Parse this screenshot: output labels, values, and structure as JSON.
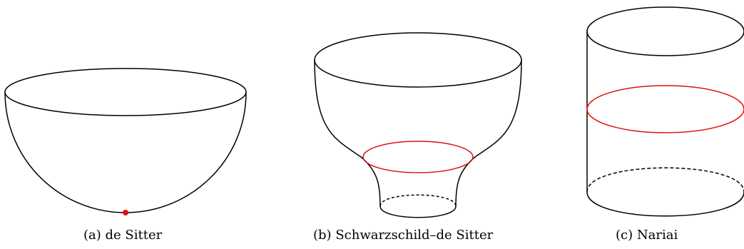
{
  "panels": [
    {
      "label": "(a)",
      "caption": "de Sitter"
    },
    {
      "label": "(b)",
      "caption": "Schwarzschild–de Sitter"
    },
    {
      "label": "(c)",
      "caption": "Nariai"
    }
  ],
  "colors": {
    "outline": "#000000",
    "highlight": "#e01010"
  }
}
